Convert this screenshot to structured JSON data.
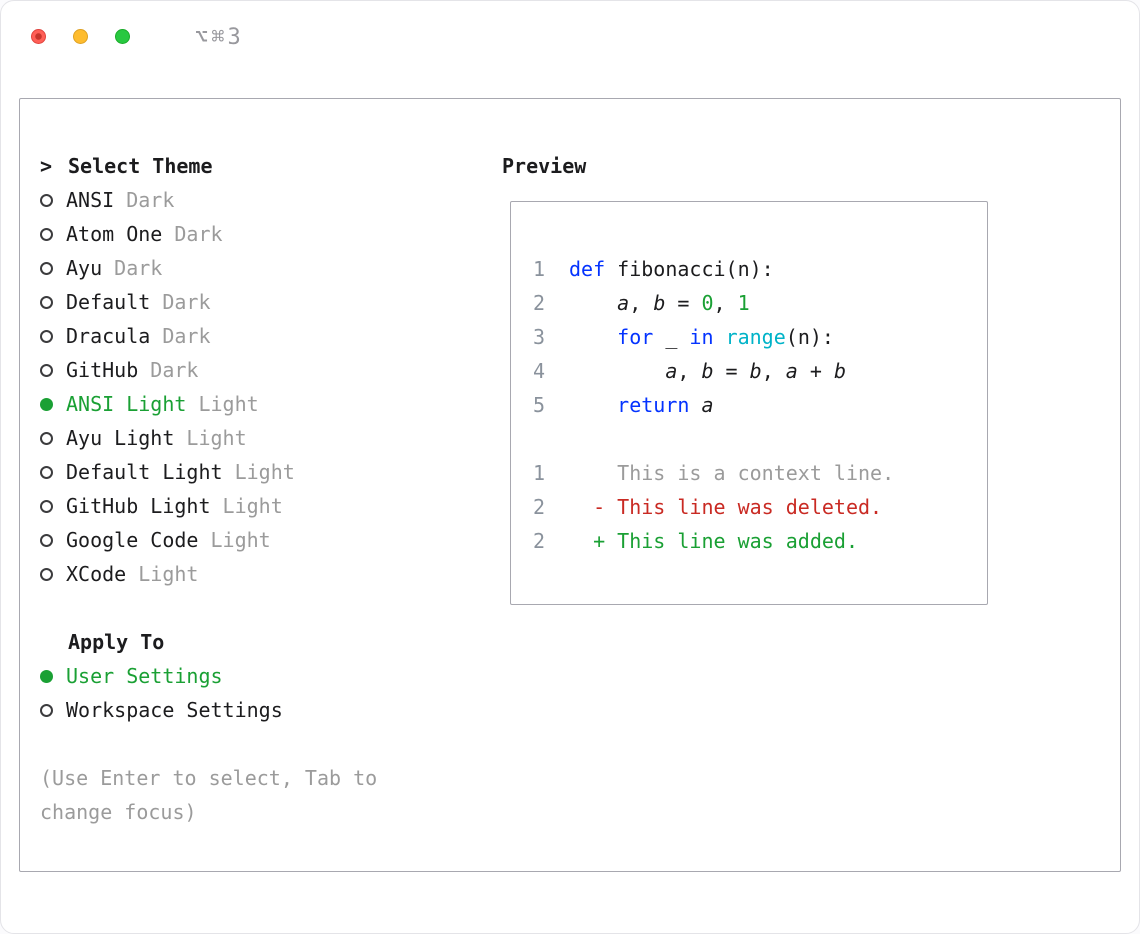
{
  "colors": {
    "selected_green": "#1aa034",
    "muted_gray": "#9b9b9b",
    "text": "#1c1c1e",
    "panel_border": "#a8a8b0"
  },
  "window": {
    "shortcut": "⌥⌘3",
    "traffic_lights": {
      "close": "#ff5f57",
      "minimize": "#febc2e",
      "zoom": "#28c840"
    }
  },
  "theme_selector": {
    "prompt": ">",
    "title": "Select Theme",
    "items": [
      {
        "name": "ANSI",
        "variant": "Dark",
        "selected": false
      },
      {
        "name": "Atom One",
        "variant": "Dark",
        "selected": false
      },
      {
        "name": "Ayu",
        "variant": "Dark",
        "selected": false
      },
      {
        "name": "Default",
        "variant": "Dark",
        "selected": false
      },
      {
        "name": "Dracula",
        "variant": "Dark",
        "selected": false
      },
      {
        "name": "GitHub",
        "variant": "Dark",
        "selected": false
      },
      {
        "name": "ANSI Light",
        "variant": "Light",
        "selected": true
      },
      {
        "name": "Ayu Light",
        "variant": "Light",
        "selected": false
      },
      {
        "name": "Default Light",
        "variant": "Light",
        "selected": false
      },
      {
        "name": "GitHub Light",
        "variant": "Light",
        "selected": false
      },
      {
        "name": "Google Code",
        "variant": "Light",
        "selected": false
      },
      {
        "name": "XCode",
        "variant": "Light",
        "selected": false
      }
    ]
  },
  "apply_to": {
    "title": "Apply To",
    "items": [
      {
        "label": "User Settings",
        "selected": true
      },
      {
        "label": "Workspace Settings",
        "selected": false
      }
    ]
  },
  "hint": "(Use Enter to select, Tab to change focus)",
  "preview": {
    "title": "Preview",
    "token_colors": {
      "keyword": "#0433ff",
      "number": "#1aa034",
      "builtin": "#00b3c8",
      "variable": "#1c1c1e",
      "plain": "#1c1c1e",
      "context": "#9b9b9b",
      "deleted": "#c92a23",
      "added": "#1aa034",
      "line_number": "#8a929c"
    },
    "lines": [
      {
        "num": "1",
        "tokens": [
          {
            "type": "keyword",
            "text": "def"
          },
          {
            "type": "plain",
            "text": " fibonacci(n):"
          }
        ]
      },
      {
        "num": "2",
        "tokens": [
          {
            "type": "plain",
            "text": "    "
          },
          {
            "type": "variable",
            "text": "a"
          },
          {
            "type": "plain",
            "text": ", "
          },
          {
            "type": "variable",
            "text": "b"
          },
          {
            "type": "plain",
            "text": " = "
          },
          {
            "type": "number",
            "text": "0"
          },
          {
            "type": "plain",
            "text": ", "
          },
          {
            "type": "number",
            "text": "1"
          }
        ]
      },
      {
        "num": "3",
        "tokens": [
          {
            "type": "plain",
            "text": "    "
          },
          {
            "type": "keyword",
            "text": "for"
          },
          {
            "type": "plain",
            "text": " _ "
          },
          {
            "type": "keyword",
            "text": "in"
          },
          {
            "type": "plain",
            "text": " "
          },
          {
            "type": "builtin",
            "text": "range"
          },
          {
            "type": "plain",
            "text": "(n):"
          }
        ]
      },
      {
        "num": "4",
        "tokens": [
          {
            "type": "plain",
            "text": "        "
          },
          {
            "type": "variable",
            "text": "a"
          },
          {
            "type": "plain",
            "text": ", "
          },
          {
            "type": "variable",
            "text": "b"
          },
          {
            "type": "plain",
            "text": " = "
          },
          {
            "type": "variable",
            "text": "b"
          },
          {
            "type": "plain",
            "text": ", "
          },
          {
            "type": "variable",
            "text": "a"
          },
          {
            "type": "plain",
            "text": " + "
          },
          {
            "type": "variable",
            "text": "b"
          }
        ]
      },
      {
        "num": "5",
        "tokens": [
          {
            "type": "plain",
            "text": "    "
          },
          {
            "type": "keyword",
            "text": "return"
          },
          {
            "type": "plain",
            "text": " "
          },
          {
            "type": "variable",
            "text": "a"
          }
        ]
      },
      {
        "num": "",
        "tokens": []
      },
      {
        "num": "1",
        "tokens": [
          {
            "type": "context",
            "text": "    This is a context line."
          }
        ]
      },
      {
        "num": "2",
        "tokens": [
          {
            "type": "deleted",
            "text": "  - This line was deleted."
          }
        ]
      },
      {
        "num": "2",
        "tokens": [
          {
            "type": "added",
            "text": "  + This line was added."
          }
        ]
      }
    ]
  }
}
